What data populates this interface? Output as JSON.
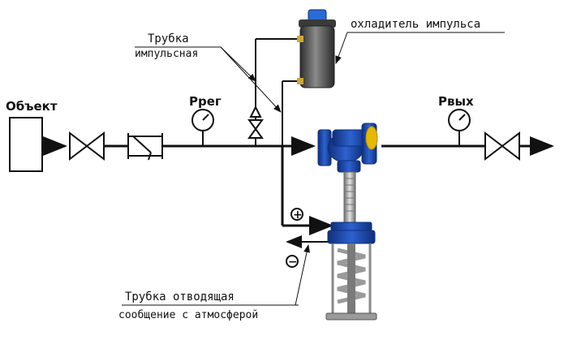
{
  "labels": {
    "object": "Объект",
    "p_reg": "Pрег",
    "p_out": "Pвых",
    "cooler": "охладитель импульса",
    "impulse_tube_1": "Трубка",
    "impulse_tube_2": "импульсная",
    "drain_tube_1": "Трубка отводящая",
    "drain_tube_2": "сообщение с атмосферой",
    "plus": "+",
    "minus": "−"
  },
  "colors": {
    "line": "#111111",
    "valve_body": "#1f4fb5",
    "valve_dark": "#0f2f7a",
    "flange_face": "#e6b800",
    "steel": "#b8b8b8",
    "cooler_body": "#4a4a4a",
    "cooler_cap": "#2b6bd6"
  },
  "icons": [
    "gauge-icon",
    "gate-valve-icon",
    "strainer-icon",
    "needle-valve-icon",
    "pressure-regulator-icon",
    "impulse-cooler-icon"
  ]
}
